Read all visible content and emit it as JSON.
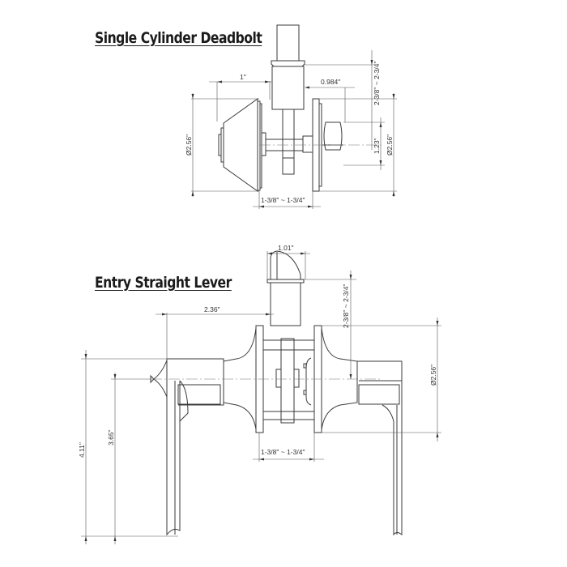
{
  "deadbolt": {
    "title": "Single Cylinder Deadbolt",
    "dimensions": {
      "backset_offset": "1\"",
      "latch_offset": "0.984\"",
      "backset_range": "2-3/8\" ~ 2-3/4\"",
      "exterior_diameter": "Ø2.56\"",
      "interior_diameter": "Ø2.56\"",
      "thumbturn_height": "1.23\"",
      "door_thickness": "1-3/8\" ~ 1-3/4\""
    }
  },
  "lever": {
    "title": "Entry Straight Lever",
    "dimensions": {
      "latch_width": "1.01\"",
      "lever_projection": "2.36\"",
      "backset_range": "2-3/8\" ~ 2-3/4\"",
      "rose_diameter": "Ø2.56\"",
      "overall_height": "4.11\"",
      "lever_length": "3.65\"",
      "door_thickness": "1-3/8\" ~ 1-3/4\""
    }
  }
}
